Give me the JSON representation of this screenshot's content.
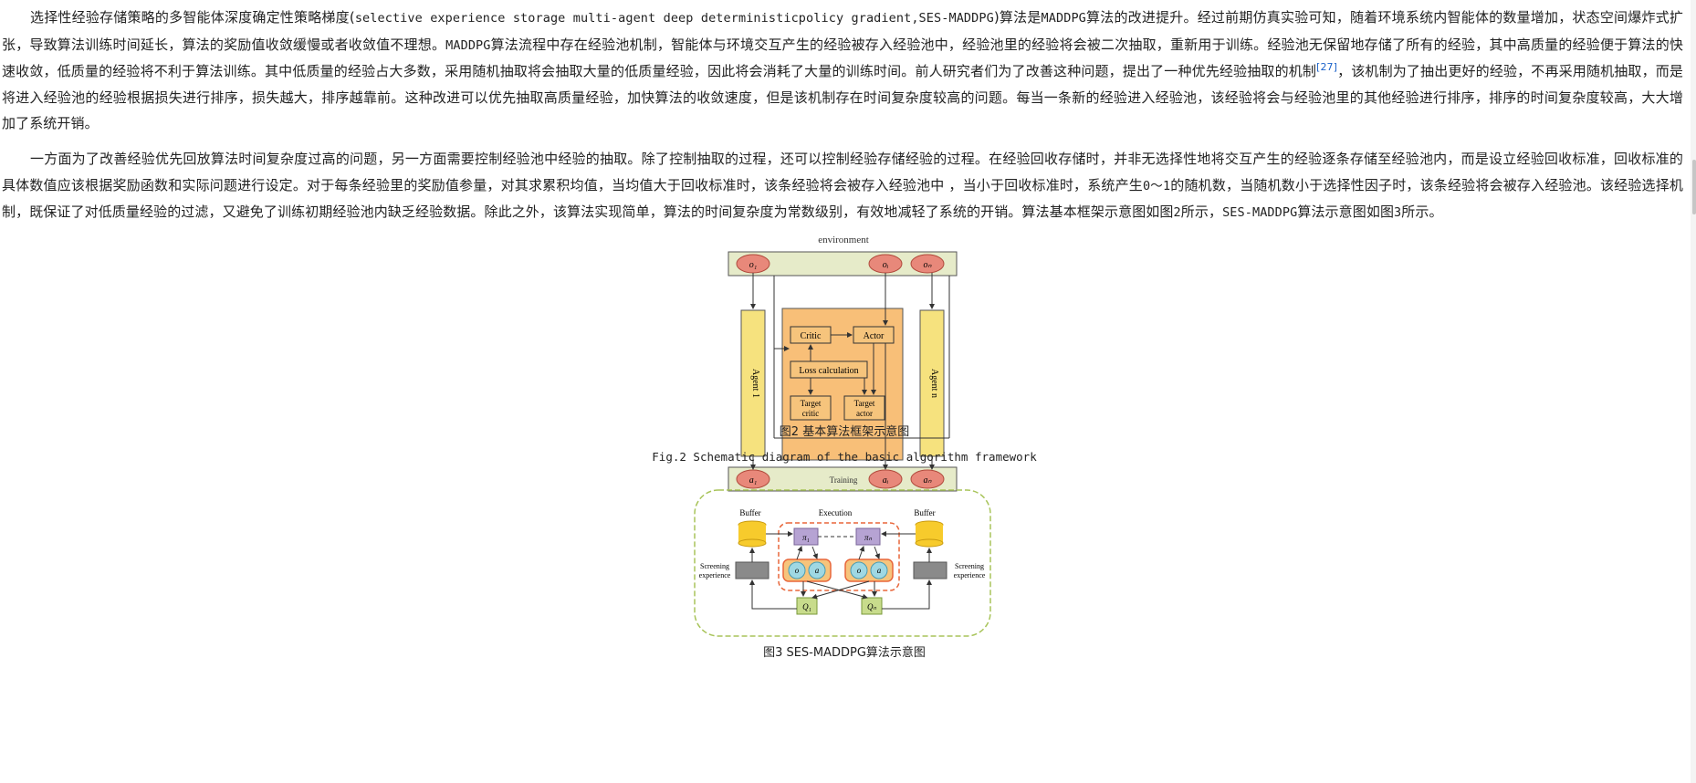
{
  "paragraphs": {
    "p1": {
      "a": "选择性经验存储策略的多智能体深度确定性策略梯度(",
      "a_mono": "selective experience storage multi-agent deep deterministicpolicy gradient,SES-MADDPG",
      "b": ")算法是",
      "b_mono": "MADDPG",
      "c": "算法的改进提升。经过前期仿真实验可知，随着环境系统内智能体的数量增加，状态空间爆炸式扩张，导致算法训练时间延长，算法的奖励值收敛缓慢或者收敛值不理想。",
      "c_mono": "MADDPG",
      "d": "算法流程中存在经验池机制，智能体与环境交互产生的经验被存入经验池中，经验池里的经验将会被二次抽取，重新用于训练。经验池无保留地存储了所有的经验，其中高质量的经验便于算法的快速收敛，低质量的经验将不利于算法训练。其中低质量的经验占大多数，采用随机抽取将会抽取大量的低质量经验，因此将会消耗了大量的训练时间。前人研究者们为了改善这种问题，提出了一种优先经验抽取的机制",
      "cite": "[27]",
      "e": "，该机制为了抽出更好的经验，不再采用随机抽取，而是将进入经验池的经验根据损失进行排序，损失越大，排序越靠前。这种改进可以优先抽取高质量经验，加快算法的收敛速度，但是该机制存在时间复杂度较高的问题。每当一条新的经验进入经验池，该经验将会与经验池里的其他经验进行排序，排序的时间复杂度较高，大大增加了系统开销。"
    },
    "p2": {
      "a": "一方面为了改善经验优先回放算法时间复杂度过高的问题，另一方面需要控制经验池中经验的抽取。除了控制抽取的过程，还可以控制经验存储经验的过程。在经验回收存储时，并非无选择性地将交互产生的经验逐条存储至经验池内，而是设立经验回收标准，回收标准的具体数值应该根据奖励函数和实际问题进行设定。对于每条经验里的奖励值参量，对其求累积均值，当均值大于回收标准时，该条经验将会被存入经验池中 ，当小于回收标准时，系统产生",
      "a_mono": "0～1",
      "b": "的随机数，当随机数小于选择性因子时，该条经验将会被存入经验池。该经验选择机制，既保证了对低质量经验的过滤，又避免了训练初期经验池内缺乏经验数据。除此之外，该算法实现简单，算法的时间复杂度为常数级别，有效地减轻了系统的开销。算法基本框架示意图如图",
      "b_mono": "2",
      "c": "所示，",
      "c_mono": "SES-MADDPG",
      "d": "算法示意图如图",
      "d_mono": "3",
      "e": "所示。"
    }
  },
  "figure2": {
    "env_label": "environment",
    "obs": [
      "o₁",
      "oᵢ",
      "oₙ"
    ],
    "acts": [
      "a₁",
      "aᵢ",
      "aₙ"
    ],
    "agent1": "Agent 1",
    "agentn": "Agent n",
    "critic": "Critic",
    "actor": "Actor",
    "loss": "Loss calculation",
    "target_critic": [
      "Target",
      "critic"
    ],
    "target_actor": [
      "Target",
      "actor"
    ],
    "caption_cn": "图2 基本算法框架示意图",
    "caption_en": "Fig.2 Schematic diagram of the basic algorithm framework"
  },
  "figure3": {
    "training": "Training",
    "execution": "Execution",
    "buffer_left": "Buffer",
    "buffer_right": "Buffer",
    "screen_left": [
      "Screening",
      "experience"
    ],
    "screen_right": [
      "Screening",
      "experience"
    ],
    "pi1": "π₁",
    "pin": "πₙ",
    "o": "o",
    "a": "a",
    "q1": "Q₁",
    "qn": "Qₙ",
    "caption": "图3 SES-MADDPG算法示意图"
  },
  "colors": {
    "env_fill": "#e6ebc9",
    "node_fill": "#e8887a",
    "agent_fill": "#f6e27e",
    "module_fill": "#f6c47c",
    "inner_fill": "#f8bf78",
    "training_border": "#a8c45a",
    "execution_border": "#e8663a",
    "buffer_fill": "#f7cb2c",
    "pi_fill": "#b6a3d3",
    "oa_fill": "#9fd8e3",
    "q_fill": "#c8dc8c",
    "screen_fill": "#8a8a8a",
    "cite": "#1b62c9"
  }
}
